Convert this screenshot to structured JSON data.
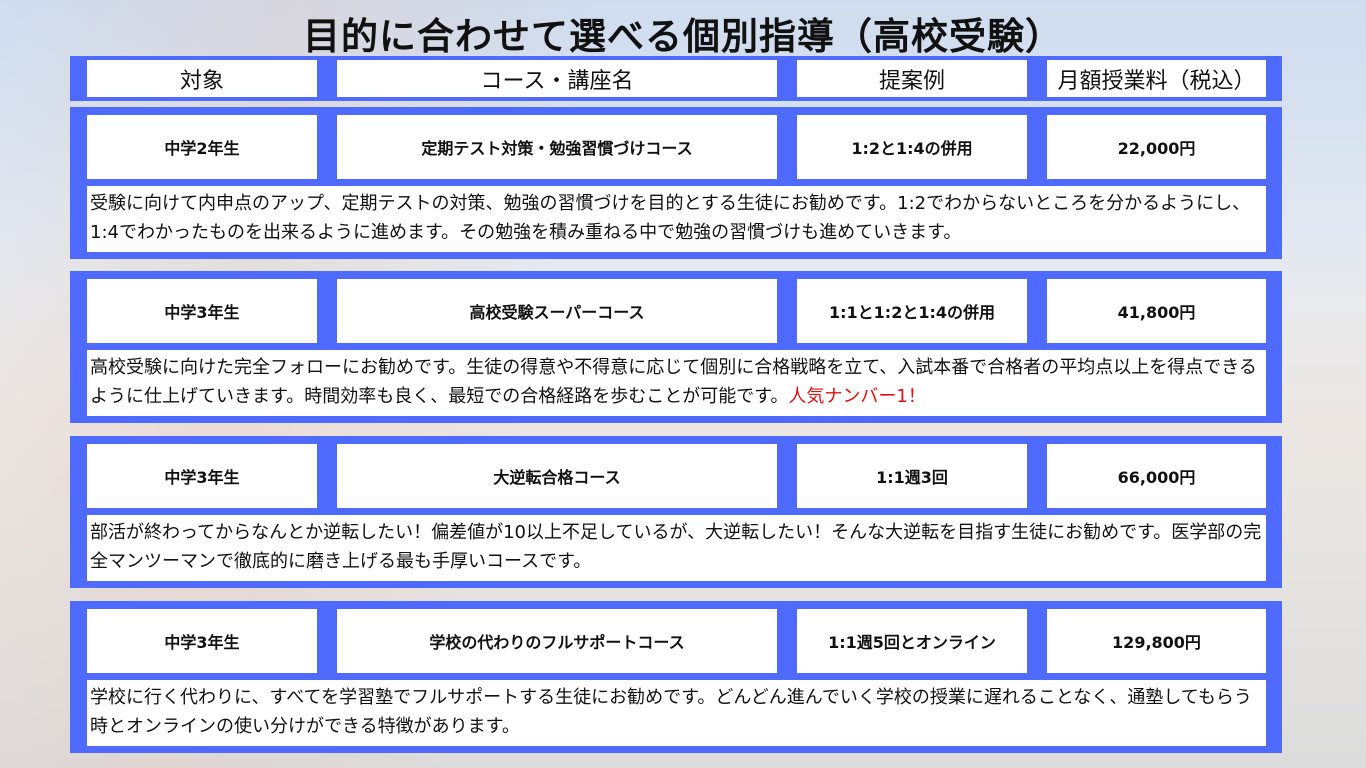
{
  "title": "目的に合わせて選べる個別指導（高校受験）",
  "headers": [
    "対象",
    "コース・講座名",
    "提案例",
    "月額授業料（税込）"
  ],
  "courses": [
    {
      "target": "中学2年生",
      "name": "定期テスト対策・勉強習慣づけコース",
      "example": "1:2と1:4の併用",
      "price": "22,000円",
      "desc": "受験に向けて内申点のアップ、定期テストの対策、勉強の習慣づけを目的とする生徒にお勧めです。1:2でわからないところを分かるようにし、1:4でわかったものを出来るように進めます。その勉強を積み重ねる中で勉強の習慣づけも進めていきます。",
      "highlight": ""
    },
    {
      "target": "中学3年生",
      "name": "高校受験スーパーコース",
      "example": "1:1と1:2と1:4の併用",
      "price": "41,800円",
      "desc": "高校受験に向けた完全フォローにお勧めです。生徒の得意や不得意に応じて個別に合格戦略を立て、入試本番で合格者の平均点以上を得点できるように仕上げていきます。時間効率も良く、最短での合格経路を歩むことが可能です。",
      "highlight": "人気ナンバー1！"
    },
    {
      "target": "中学3年生",
      "name": "大逆転合格コース",
      "example": "1:1週3回",
      "price": "66,000円",
      "desc": "部活が終わってからなんとか逆転したい！偏差値が10以上不足しているが、大逆転したい！そんな大逆転を目指す生徒にお勧めです。医学部の完全マンツーマンで徹底的に磨き上げる最も手厚いコースです。",
      "highlight": ""
    },
    {
      "target": "中学3年生",
      "name": "学校の代わりのフルサポートコース",
      "example": "1:1週5回とオンライン",
      "price": "129,800円",
      "desc": "学校に行く代わりに、すべてを学習塾でフルサポートする生徒にお勧めです。どんどん進んでいく学校の授業に遅れることなく、通塾してもらう時とオンラインの使い分けができる特徴があります。",
      "highlight": ""
    }
  ],
  "colors": {
    "band": "#4f6bff",
    "highlight": "#e01010"
  }
}
